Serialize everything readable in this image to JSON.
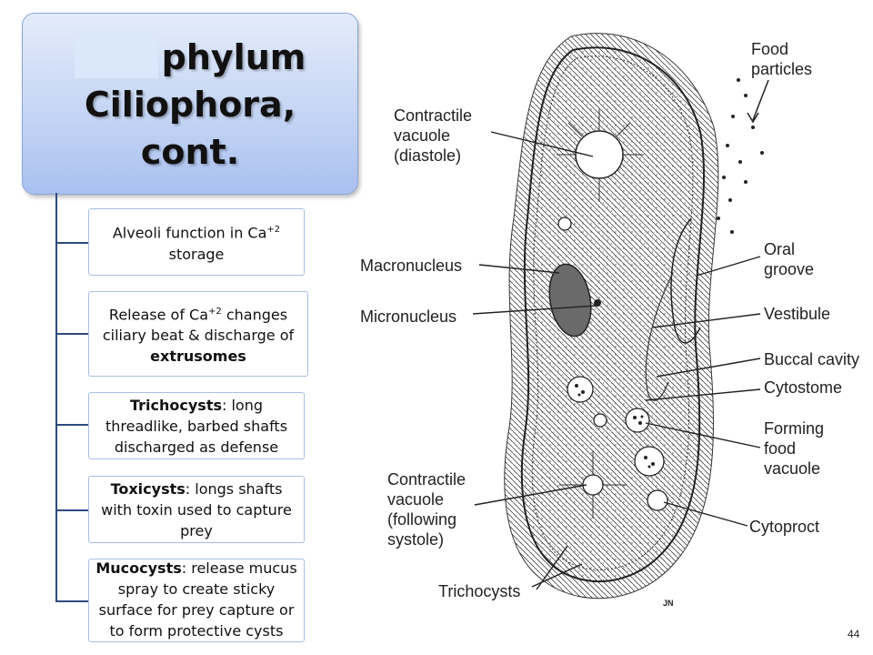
{
  "title": {
    "line1": "phylum",
    "line2": "Ciliophora,",
    "line3": "cont."
  },
  "cards": [
    {
      "lead": "",
      "text": "Alveoli function in Ca",
      "sup": "+2",
      "tail": " storage"
    },
    {
      "lead": "",
      "text": "Release of Ca",
      "sup": "+2",
      "tail": " changes ciliary beat & discharge of ",
      "bold_tail": "extrusomes"
    },
    {
      "lead": "Trichocysts",
      "text": ": long threadlike, barbed shafts discharged as defense"
    },
    {
      "lead": "Toxicysts",
      "text": ": longs shafts with toxin used to capture prey"
    },
    {
      "lead": "Mucocysts",
      "text": ": release mucus spray to create sticky surface for prey capture or to form protective cysts"
    }
  ],
  "labels": {
    "food_particles": "Food\nparticles",
    "cv_diastole": "Contractile\nvacuole\n(diastole)",
    "macronucleus": "Macronucleus",
    "micronucleus": "Micronucleus",
    "oral_groove": "Oral\ngroove",
    "vestibule": "Vestibule",
    "buccal_cavity": "Buccal cavity",
    "cytostome": "Cytostome",
    "forming_food_vacuole": "Forming\nfood\nvacuole",
    "cv_systole": "Contractile\nvacuole\n(following\nsystole)",
    "cytoproct": "Cytoproct",
    "trichocysts": "Trichocysts",
    "initials": "JN"
  },
  "slide_number": "44"
}
